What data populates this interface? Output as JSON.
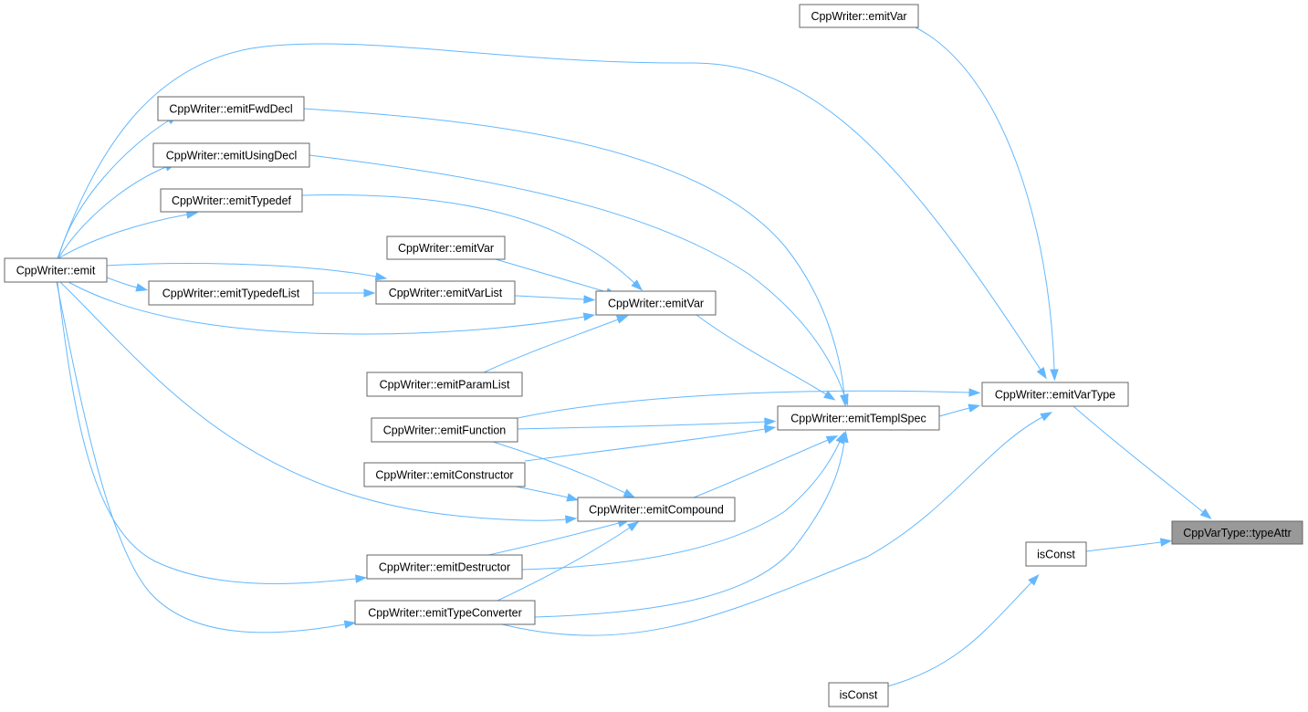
{
  "graph": {
    "nodes": [
      {
        "id": "typeAttr",
        "label": "CppVarType::typeAttr",
        "highlight": true
      },
      {
        "id": "emitVarType",
        "label": "CppWriter::emitVarType"
      },
      {
        "id": "isConst1",
        "label": "isConst"
      },
      {
        "id": "isConst2",
        "label": "isConst"
      },
      {
        "id": "emitVarTop",
        "label": "CppWriter::emitVar"
      },
      {
        "id": "emitTemplSpec",
        "label": "CppWriter::emitTemplSpec"
      },
      {
        "id": "emitVarMid",
        "label": "CppWriter::emitVar"
      },
      {
        "id": "emitCompound",
        "label": "CppWriter::emitCompound"
      },
      {
        "id": "emitFwdDecl",
        "label": "CppWriter::emitFwdDecl"
      },
      {
        "id": "emitUsingDecl",
        "label": "CppWriter::emitUsingDecl"
      },
      {
        "id": "emitTypedef",
        "label": "CppWriter::emitTypedef"
      },
      {
        "id": "emitVarUpper",
        "label": "CppWriter::emitVar"
      },
      {
        "id": "emitTypedefList",
        "label": "CppWriter::emitTypedefList"
      },
      {
        "id": "emitVarList",
        "label": "CppWriter::emitVarList"
      },
      {
        "id": "emitParamList",
        "label": "CppWriter::emitParamList"
      },
      {
        "id": "emitFunction",
        "label": "CppWriter::emitFunction"
      },
      {
        "id": "emitConstructor",
        "label": "CppWriter::emitConstructor"
      },
      {
        "id": "emitDestructor",
        "label": "CppWriter::emitDestructor"
      },
      {
        "id": "emitTypeConverter",
        "label": "CppWriter::emitTypeConverter"
      },
      {
        "id": "emit",
        "label": "CppWriter::emit"
      }
    ],
    "edges": [
      {
        "from": "emitVarType",
        "to": "typeAttr"
      },
      {
        "from": "isConst1",
        "to": "typeAttr"
      },
      {
        "from": "isConst2",
        "to": "isConst1"
      },
      {
        "from": "emitVarTop",
        "to": "emitVarType"
      },
      {
        "from": "emit",
        "to": "emitVarType"
      },
      {
        "from": "emitTemplSpec",
        "to": "emitVarType"
      },
      {
        "from": "emitFunction",
        "to": "emitVarType"
      },
      {
        "from": "emitTypeConverter",
        "to": "emitVarType"
      },
      {
        "from": "emitFwdDecl",
        "to": "emitTemplSpec"
      },
      {
        "from": "emitUsingDecl",
        "to": "emitTemplSpec"
      },
      {
        "from": "emitVarMid",
        "to": "emitTemplSpec"
      },
      {
        "from": "emitFunction",
        "to": "emitTemplSpec"
      },
      {
        "from": "emitConstructor",
        "to": "emitTemplSpec"
      },
      {
        "from": "emitCompound",
        "to": "emitTemplSpec"
      },
      {
        "from": "emitDestructor",
        "to": "emitTemplSpec"
      },
      {
        "from": "emitTypeConverter",
        "to": "emitTemplSpec"
      },
      {
        "from": "emitTypedef",
        "to": "emitVarMid"
      },
      {
        "from": "emitVarUpper",
        "to": "emitVarMid"
      },
      {
        "from": "emitVarList",
        "to": "emitVarMid"
      },
      {
        "from": "emit",
        "to": "emitVarMid"
      },
      {
        "from": "emitParamList",
        "to": "emitVarMid"
      },
      {
        "from": "emitFunction",
        "to": "emitCompound"
      },
      {
        "from": "emitConstructor",
        "to": "emitCompound"
      },
      {
        "from": "emit",
        "to": "emitCompound"
      },
      {
        "from": "emitDestructor",
        "to": "emitCompound"
      },
      {
        "from": "emitTypeConverter",
        "to": "emitCompound"
      },
      {
        "from": "emit",
        "to": "emitFwdDecl"
      },
      {
        "from": "emit",
        "to": "emitUsingDecl"
      },
      {
        "from": "emit",
        "to": "emitTypedef"
      },
      {
        "from": "emit",
        "to": "emitTypedefList"
      },
      {
        "from": "emit",
        "to": "emitVarList"
      },
      {
        "from": "emitTypedefList",
        "to": "emitVarList"
      },
      {
        "from": "emit",
        "to": "emitDestructor"
      },
      {
        "from": "emit",
        "to": "emitTypeConverter"
      }
    ]
  },
  "colors": {
    "edge": "#63b8ff",
    "node_border": "#666666",
    "highlight_fill": "#999999"
  }
}
